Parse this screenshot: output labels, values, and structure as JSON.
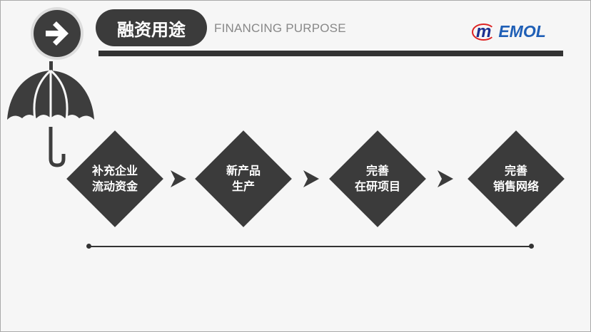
{
  "header": {
    "title": "融资用途",
    "subtitle": "FINANCING PURPOSE",
    "logo_text": "EMOL",
    "logo_mark": "m"
  },
  "steps": [
    {
      "label": "补充企业\n流动资金"
    },
    {
      "label": "新产品\n生产"
    },
    {
      "label": "完善\n在研项目"
    },
    {
      "label": "完善\n销售网络"
    }
  ],
  "colors": {
    "dark": "#3b3b3b",
    "logo_blue": "#1f5fb6",
    "logo_red": "#d22222"
  }
}
